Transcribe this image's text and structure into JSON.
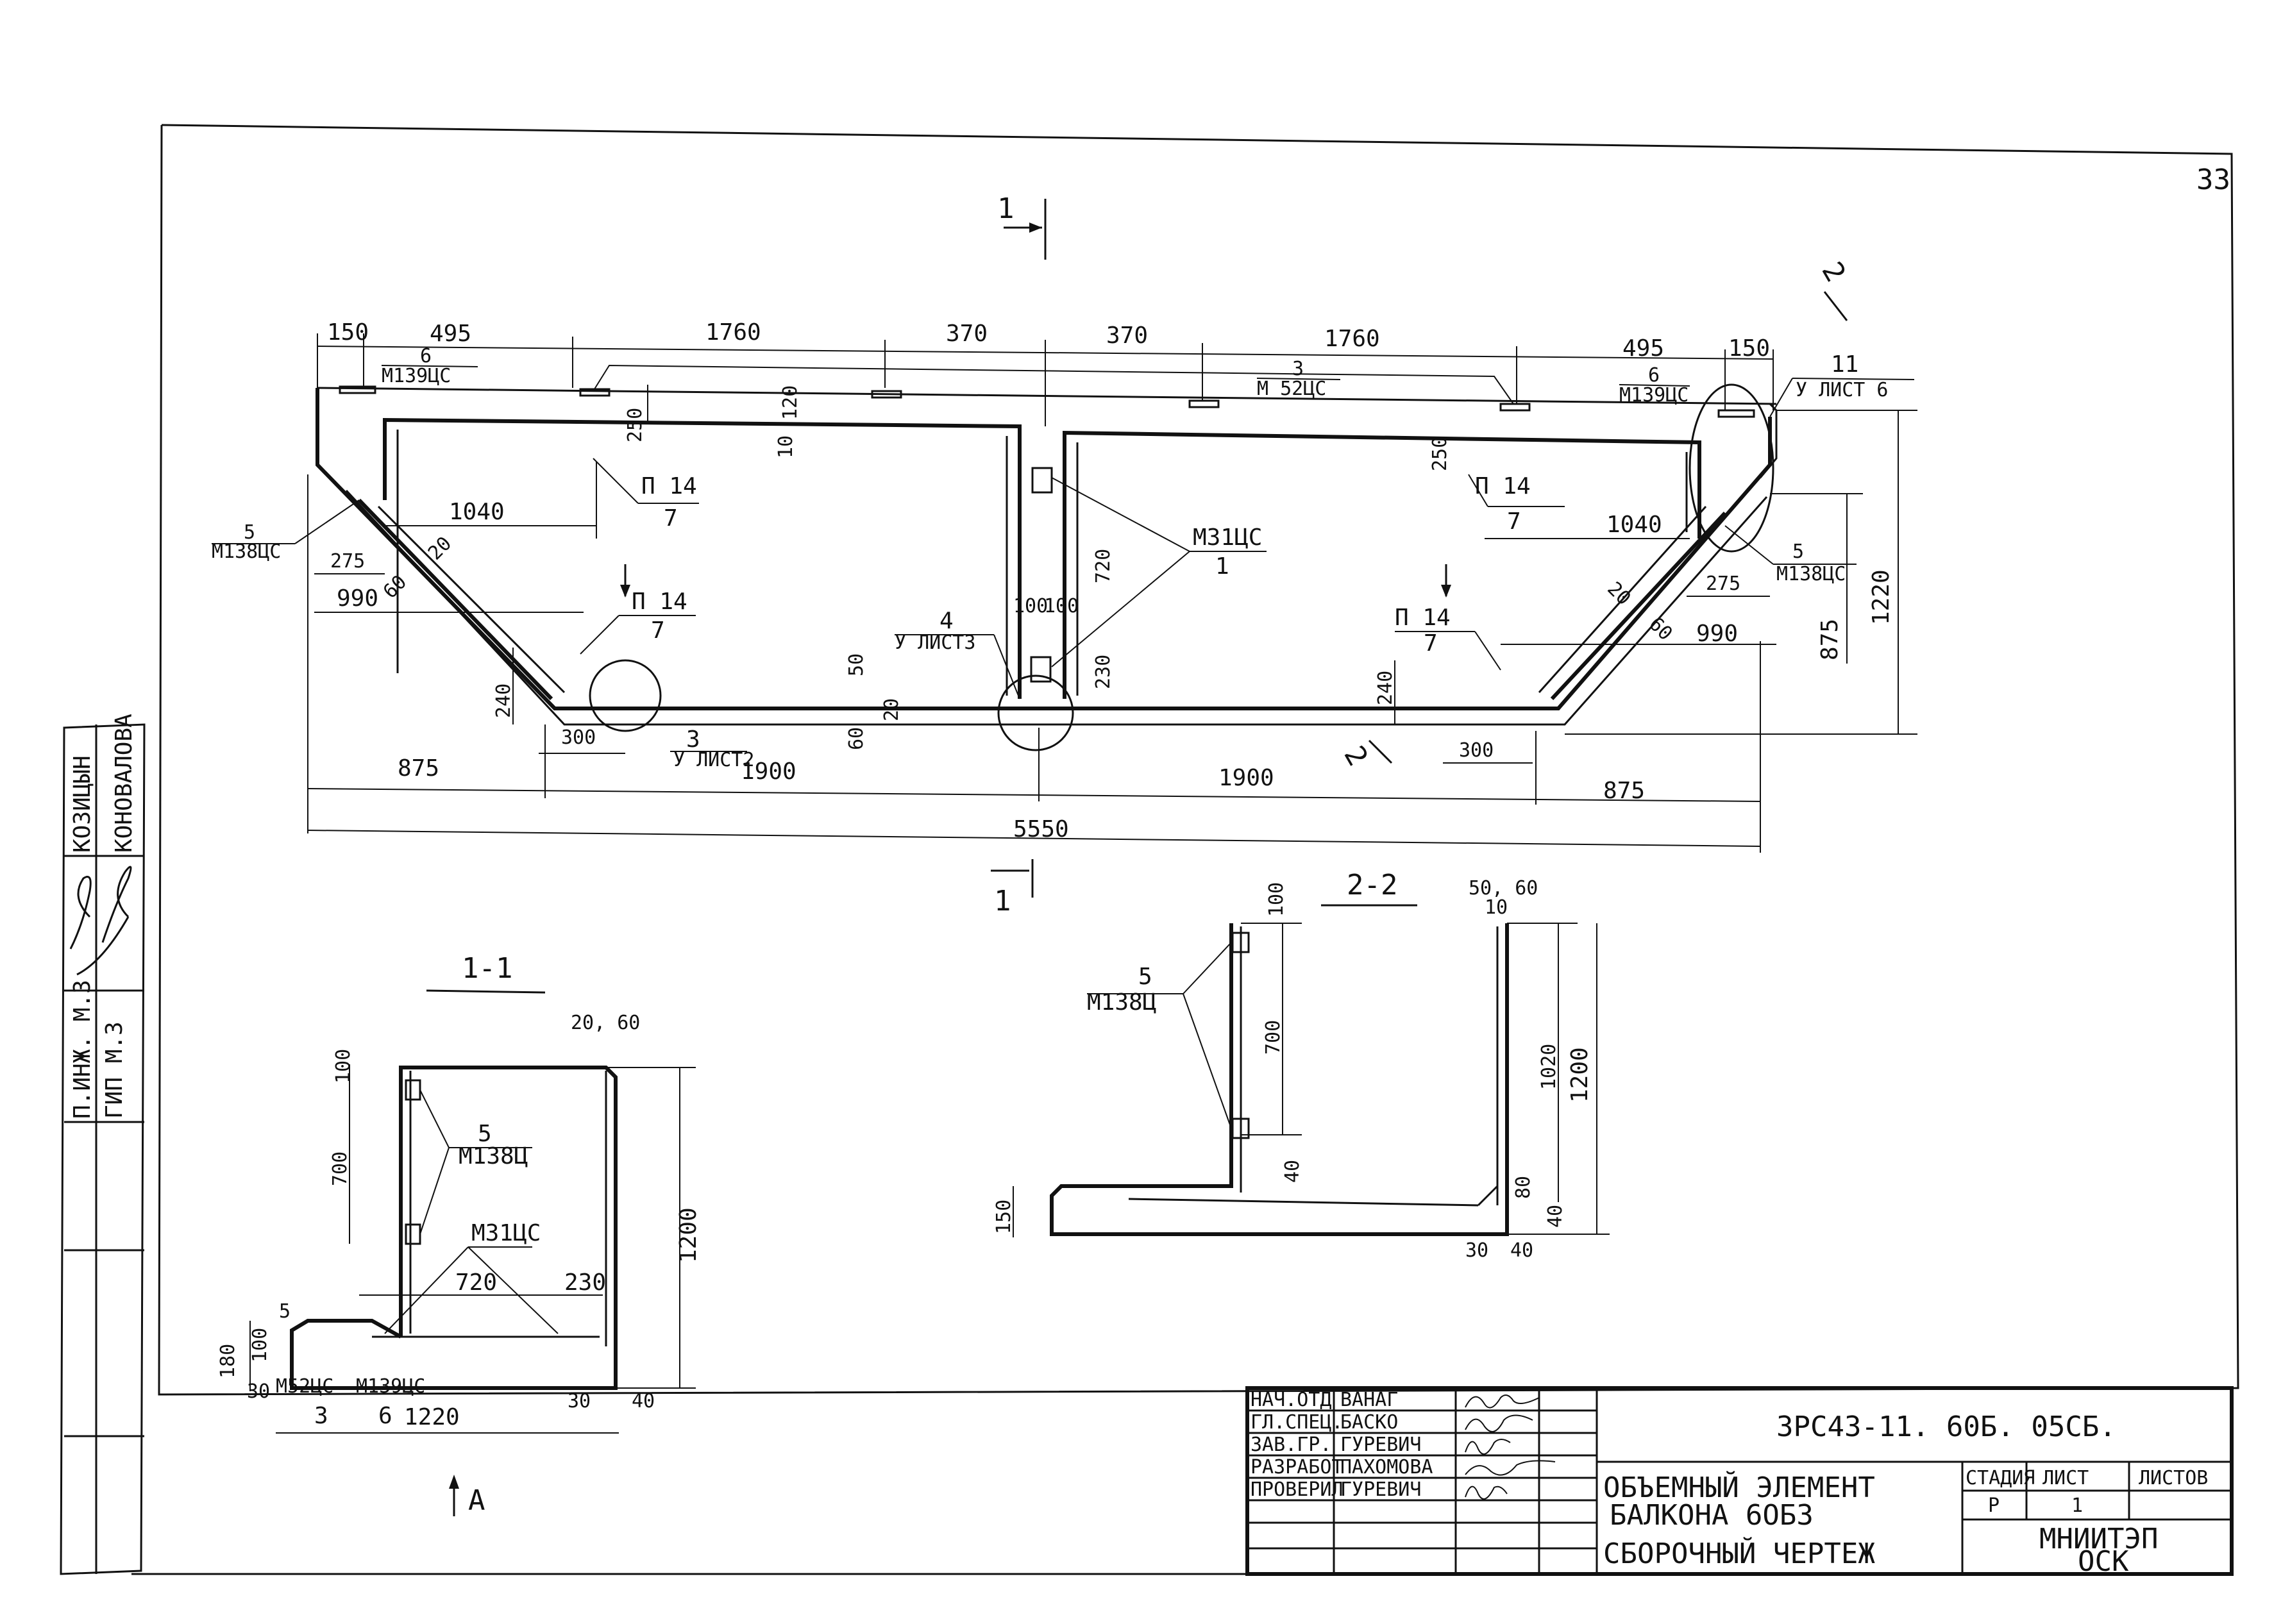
{
  "sheet": {
    "number": "33"
  },
  "plan": {
    "cut_1": "1",
    "cut_2": "2",
    "dims_top": [
      "150",
      "495",
      "1760",
      "370",
      "370",
      "1760",
      "495",
      "150"
    ],
    "dims_bottom_partial": [
      "875",
      "1900",
      "1900",
      "875"
    ],
    "dim_total": "5550",
    "dim_right_outer": "1220",
    "dim_right_inner": "875",
    "dim_1040_left": "1040",
    "dim_1040_right": "1040",
    "dim_275_left": "275",
    "dim_275_right": "275",
    "dim_990_left": "990",
    "dim_990_right": "990",
    "dim_240_left": "240",
    "dim_240_right": "240",
    "dim_300_left": "300",
    "dim_300_right": "300",
    "dim_250_left": "250",
    "dim_250_right": "250",
    "dim_120": "120",
    "dim_10": "10",
    "dim_720": "720",
    "dim_100a": "100",
    "dim_100b": "100",
    "dim_230": "230",
    "dim_50": "50",
    "dim_20": "20",
    "dim_60": "60",
    "dim_20_left": "20",
    "dim_60_left": "60",
    "dim_20_right": "20",
    "dim_60_right": "60",
    "tag_6_left": "6",
    "tag_m139_left": "M139ЦС",
    "tag_6_right": "6",
    "tag_m139_right": "M139ЦС",
    "tag_3": "3",
    "tag_m52": "M 52ЦС",
    "tag_5_left": "5",
    "tag_m138_left": "M138ЦС",
    "tag_5_right": "5",
    "tag_m138_right": "M138ЦС",
    "tag_p14_a": "П 14",
    "tag_7_a": "7",
    "tag_p14_b": "П 14",
    "tag_7_b": "7",
    "tag_p14_c": "П 14",
    "tag_7_c": "7",
    "tag_p14_d": "П 14",
    "tag_7_d": "7",
    "tag_m31": "M31ЦС",
    "tag_1": "1",
    "tag_4": "4",
    "tag_list3": "У ЛИСТ3",
    "tag_3b": "3",
    "tag_list2": "У ЛИСТ2",
    "tag_11": "11",
    "tag_list6": "У ЛИСТ 6"
  },
  "section11": {
    "title": "1-1",
    "d_20_60": "20, 60",
    "d_100": "100",
    "d_700": "700",
    "tag_5": "5",
    "tag_m138": "M138Ц",
    "tag_m31": "M31ЦС",
    "d_720": "720",
    "d_230": "230",
    "d_1200": "1200",
    "d_5": "5",
    "d_180": "180",
    "d_100b": "100",
    "d_30": "30",
    "tag_m52": "M52ЦС",
    "tag_m139": "M139ЦС",
    "d_30b": "30",
    "d_40": "40",
    "tag_3": "3",
    "tag_6": "6",
    "d_1220": "1220",
    "view_a": "A"
  },
  "section22": {
    "title": "2-2",
    "d_50_60": "50, 60",
    "d_10": "10",
    "d_100": "100",
    "d_700": "700",
    "tag_5": "5",
    "tag_m138": "M138Ц",
    "d_1020": "1020",
    "d_1200": "1200",
    "d_40": "40",
    "d_80": "80",
    "d_40b": "40",
    "d_150": "150",
    "d_30": "30",
    "d_40c": "40"
  },
  "left_stamp": {
    "name1": "КОЗИЦЫН",
    "name2": "КОНОВАЛОВА",
    "role1": "П.ИНЖ. М.З",
    "role2": "ГИП М.З"
  },
  "title_block": {
    "code": "ЗРС43-11. 60Б. 05СБ.",
    "object_line1": "ОБЪЕМНЫЙ ЭЛЕМЕНТ",
    "object_line2": "БАЛКОНА 6ОБЗ",
    "object_line3": "СБОРОЧНЫЙ ЧЕРТЕЖ",
    "stage_header": "СТАДИЯ",
    "sheet_header": "ЛИСТ",
    "sheets_header": "ЛИСТОВ",
    "stage_value": "Р",
    "sheet_value": "1",
    "org_line1": "МНИИТЭП",
    "org_line2": "ОСК",
    "rows": [
      {
        "role": "НАЧ.ОТД",
        "name": "ВАНАГ"
      },
      {
        "role": "ГЛ.СПЕЦ.",
        "name": "БАСКО"
      },
      {
        "role": "ЗАВ.ГР.",
        "name": "ГУРЕВИЧ"
      },
      {
        "role": "РАЗРАБОТ",
        "name": "ПАХОМОВА"
      },
      {
        "role": "ПРОВЕРИЛ",
        "name": "ГУРЕВИЧ"
      }
    ]
  }
}
